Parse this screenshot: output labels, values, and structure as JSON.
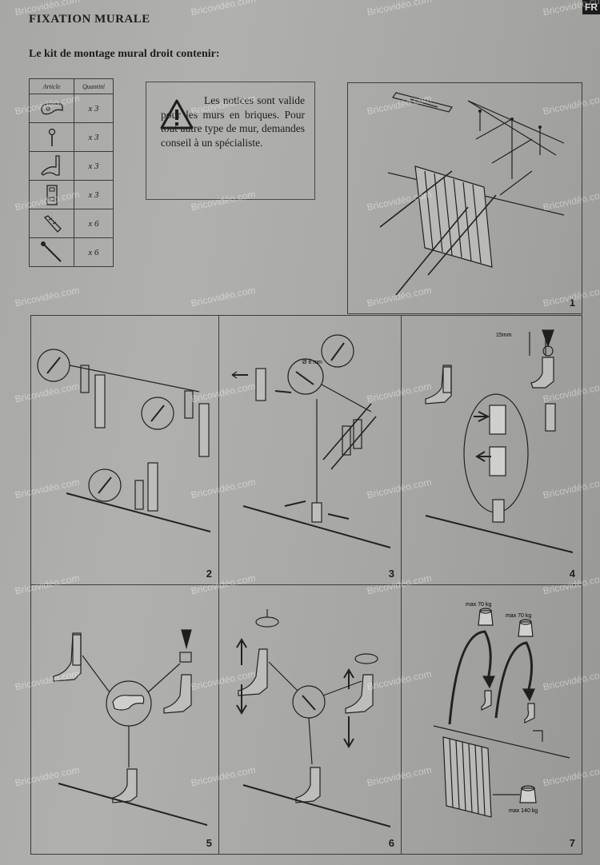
{
  "header": {
    "title": "FIXATION MURALE",
    "subtitle": "Le kit de montage mural droit contenir:",
    "language_tab": "FR"
  },
  "parts_table": {
    "columns": [
      "Article",
      "Quantité"
    ],
    "rows": [
      {
        "icon": "bracket-clip-icon",
        "qty": "x 3"
      },
      {
        "icon": "hook-pin-icon",
        "qty": "x 3"
      },
      {
        "icon": "foot-hook-icon",
        "qty": "x 3"
      },
      {
        "icon": "wall-plate-icon",
        "qty": "x 3"
      },
      {
        "icon": "wall-plug-icon",
        "qty": "x 6"
      },
      {
        "icon": "screw-icon",
        "qty": "x 6"
      }
    ]
  },
  "warning": {
    "text": "Les notices sont valide pour les murs en briques. Pour tout autre type de mur, demandes conseil à un spécialiste."
  },
  "panels": [
    {
      "number": "1"
    },
    {
      "number": "2"
    },
    {
      "number": "3",
      "label": "Ø 8 mm"
    },
    {
      "number": "4",
      "label": "15mm"
    },
    {
      "number": "5"
    },
    {
      "number": "6"
    },
    {
      "number": "7",
      "labels": [
        "max 70 kg",
        "max 70 kg",
        "max 140 kg"
      ]
    }
  ],
  "watermark": "Bricovidéo.com"
}
